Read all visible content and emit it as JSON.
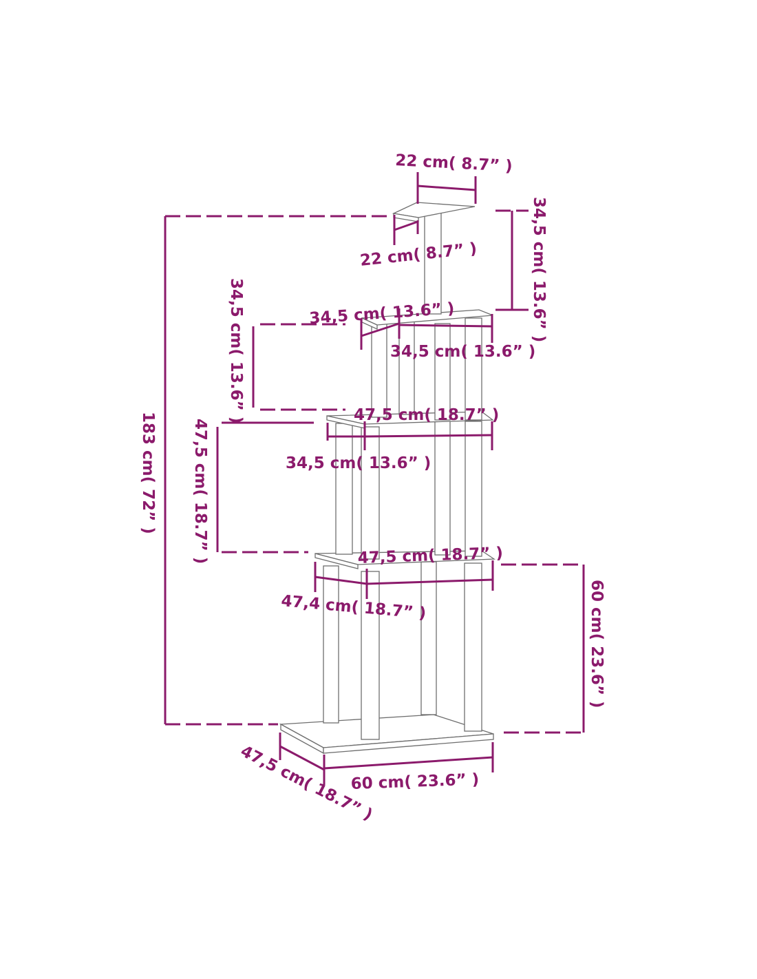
{
  "accent_color": "#8b1a6b",
  "labels": {
    "top_width": "22 cm( 8.7” )",
    "top_depth": "22 cm( 8.7” )",
    "top_height": "34,5 cm( 13.6” )",
    "upper_depth": "34,5 cm( 13.6” )",
    "upper_width": "34,5 cm( 13.6” )",
    "upper_height": "34,5 cm( 13.6” )",
    "middle_width": "47,5 cm( 18.7” )",
    "middle_depth": "34,5 cm( 13.6” )",
    "middle_height": "47,5 cm( 18.7” )",
    "total_height": "183 cm( 72” )",
    "lower_width": "47,5 cm( 18.7” )",
    "lower_depth": "47,4 cm( 18.7” )",
    "base_height": "60 cm( 23.6” )",
    "base_width": "60 cm( 23.6” )",
    "base_depth": "47,5 cm( 18.7” )"
  }
}
